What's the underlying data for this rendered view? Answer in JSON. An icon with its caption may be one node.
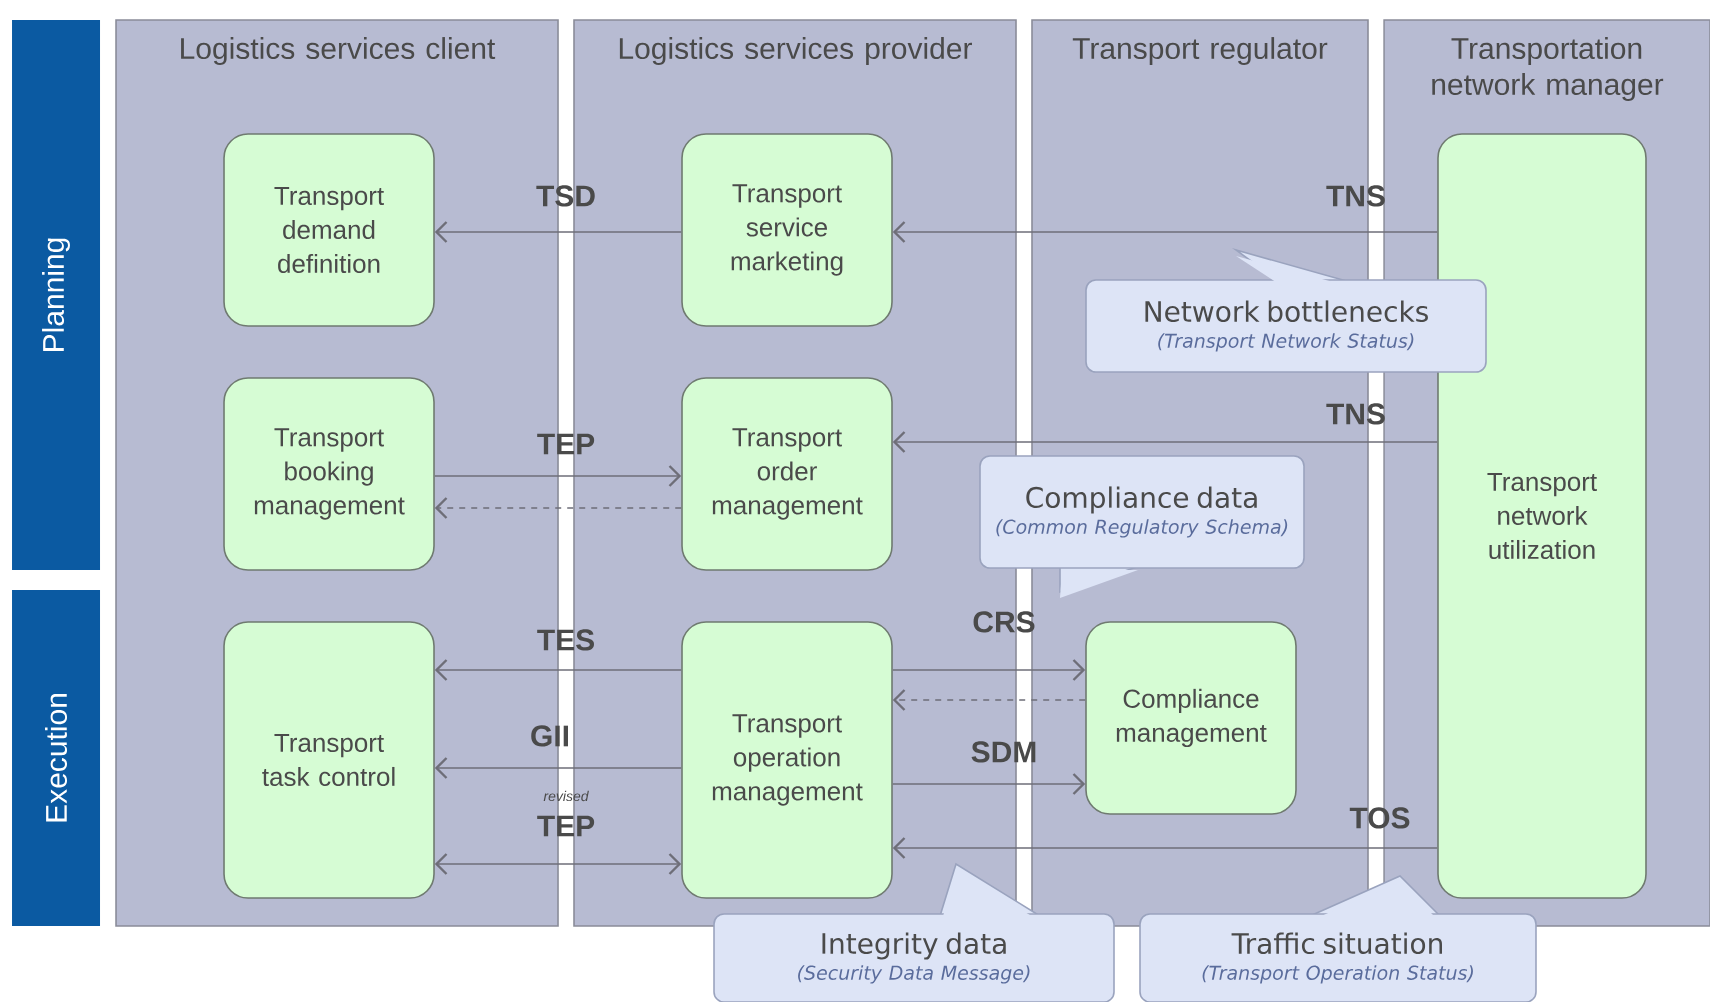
{
  "diagram": {
    "nodes": [
      {
        "text": [
          "Planning"
        ]
      },
      {
        "text": [
          "Execution"
        ]
      },
      {
        "text": [
          "Logistics services client"
        ]
      },
      {
        "text": [
          "Logistics services provider"
        ]
      },
      {
        "text": [
          "Transport regulator"
        ]
      },
      {
        "text": [
          "Transportation network manager"
        ]
      },
      {
        "text": [
          "Transport demand definition"
        ],
        "in": 2
      },
      {
        "text": [
          "Transport booking management"
        ],
        "in": 2
      },
      {
        "text": [
          "Transport task control"
        ],
        "in": 2
      },
      {
        "text": [
          "Transport service marketing"
        ],
        "in": 3
      },
      {
        "text": [
          "Transport order management"
        ],
        "in": 3
      },
      {
        "text": [
          "Transport operation management"
        ],
        "in": 3
      },
      {
        "text": [
          "Compliance management"
        ],
        "in": 4
      },
      {
        "text": [
          "Transport network utilization"
        ],
        "in": 5
      },
      {
        "text": [
          "Network bottlenecks",
          "(Transport Network Status)"
        ]
      },
      {
        "text": [
          "Compliance data",
          "(Common Regulatory Schema)"
        ]
      },
      {
        "text": [
          "Integrity data",
          "(Security Data Message)"
        ]
      },
      {
        "text": [
          "Traffic situation",
          "(Transport Operation Status)"
        ]
      }
    ],
    "edges": [
      {
        "from": 9,
        "to": 6,
        "arrow": "to",
        "label": "TSD"
      },
      {
        "from": 13,
        "to": 9,
        "arrow": "to",
        "label": "TNS"
      },
      {
        "from": 13,
        "to": 10,
        "arrow": "to",
        "label": "TNS"
      },
      {
        "from": 7,
        "to": 10,
        "arrow": "to",
        "label": "TEP"
      },
      {
        "from": 10,
        "to": 7,
        "arrow": "to",
        "style": "dashed"
      },
      {
        "from": 11,
        "to": 8,
        "arrow": "to",
        "label": "TES"
      },
      {
        "from": 11,
        "to": 8,
        "arrow": "to",
        "label": "GII"
      },
      {
        "from": 8,
        "to": 11,
        "arrow": "both",
        "label": "TEP"
      },
      {
        "from": 11,
        "to": 12,
        "arrow": "to",
        "label": "CRS"
      },
      {
        "from": 12,
        "to": 11,
        "arrow": "to",
        "style": "dashed"
      },
      {
        "from": 11,
        "to": 12,
        "arrow": "to",
        "label": "SDM"
      },
      {
        "from": 13,
        "to": 11,
        "arrow": "to",
        "label": "TOS"
      }
    ],
    "labels": [
      "revised"
    ]
  }
}
